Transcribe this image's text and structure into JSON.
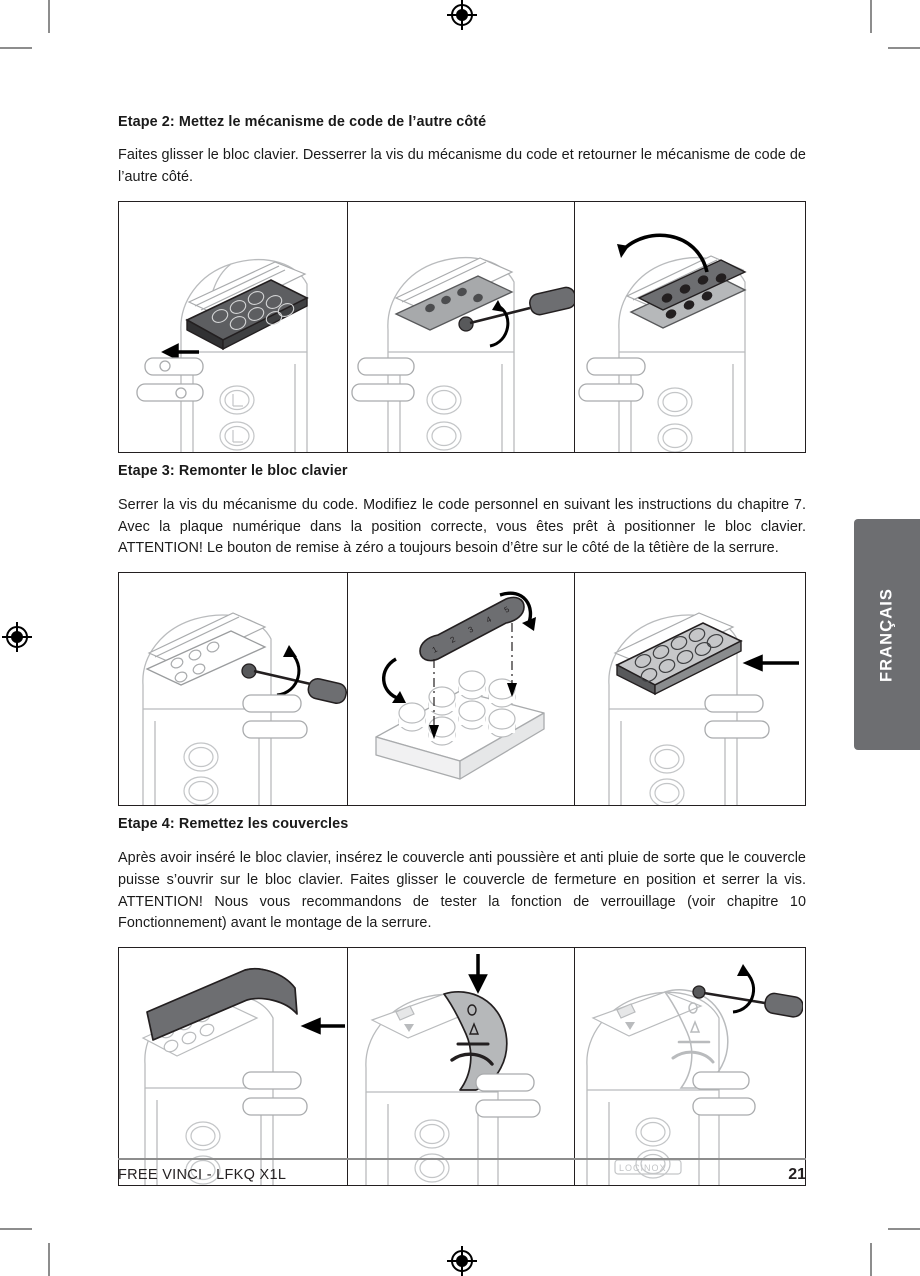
{
  "document": {
    "language_tab": "FRANÇAIS",
    "footer": {
      "doc_id": "FREE VINCI - LFKQ X1L",
      "page_number": "21"
    }
  },
  "steps": [
    {
      "heading": "Etape 2: Mettez le mécanisme de code de l’autre côté",
      "body": "Faites glisser le bloc clavier. Desserrer la vis du mécanisme du code et retourner le mécanisme de code de l’autre côté.",
      "figures": [
        {
          "caption": "Bloc clavier retiré en glissant hors du boîtier, flèche vers la gauche"
        },
        {
          "caption": "Desserrage de la vis du mécanisme de code avec un tournevis"
        },
        {
          "caption": "Retournement du mécanisme de code, flèche courbe vers la gauche"
        }
      ]
    },
    {
      "heading": "Etape 3: Remonter le bloc clavier",
      "body": "Serrer la vis du mécanisme du code. Modifiez le code personnel en suivant les instructions du chapitre 7. Avec la plaque numérique dans la position correcte, vous êtes prêt à positionner le bloc clavier. ATTENTION! Le bouton de remise à zéro a toujours besoin d’être sur le côté de la têtière de la serrure.",
      "figures": [
        {
          "caption": "Serrage de la vis du mécanisme de code avec un tournevis"
        },
        {
          "caption": "Plaque numérique retournée et replacée sur le bloc clavier"
        },
        {
          "caption": "Bloc clavier réinséré dans le boîtier, flèche vers la gauche"
        }
      ]
    },
    {
      "heading": "Etape 4: Remettez les couvercles",
      "body": "Après avoir inséré le bloc clavier, insérez le couvercle anti poussière et anti pluie de sorte que le couvercle puisse s’ouvrir sur le bloc clavier. Faites glisser le couvercle de fermeture en position et serrer la vis. ATTENTION! Nous vous recommandons de tester la fonction de verrouillage (voir chapitre 10 Fonctionnement) avant le montage de la serrure.",
      "figures": [
        {
          "caption": "Couvercle anti poussière glissé en position, flèche vers la gauche"
        },
        {
          "caption": "Couvercle de fermeture posé par le haut, flèche vers le bas"
        },
        {
          "caption": "Serrage de la vis du couvercle avec un tournevis"
        }
      ]
    }
  ],
  "brand_marks": {
    "lock_body_label": "LOCINOX"
  },
  "colors": {
    "tab_gray": "#6d6e71",
    "line_black": "#231f20",
    "rule_gray": "#8d8d8d",
    "fill_dark": "#58595b",
    "fill_light": "#d8d9da"
  }
}
